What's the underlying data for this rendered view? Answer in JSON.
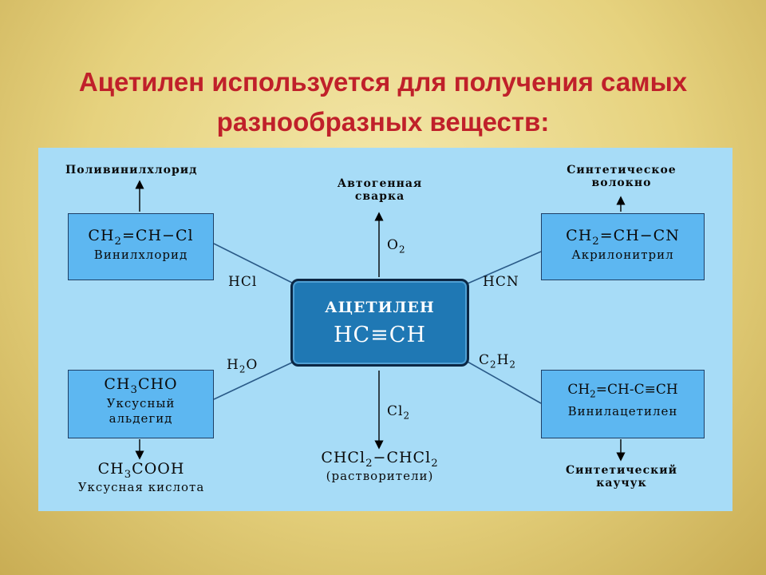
{
  "title": {
    "line1": "Ацетилен используется для получения самых",
    "line2": "разнообразных веществ:"
  },
  "center": {
    "title": "АЦЕТИЛЕН",
    "formula": "HC≡CH"
  },
  "top_left": {
    "product": "Поливинилхлорид",
    "formula_parts": [
      "CH",
      "2",
      "=CH−Cl"
    ],
    "name": "Винилхлорид",
    "reagent": "HCl"
  },
  "top_center": {
    "product_line1": "Автогенная",
    "product_line2": "сварка",
    "reagent_parts": [
      "O",
      "2"
    ]
  },
  "top_right": {
    "product_line1": "Синтетическое",
    "product_line2": "волокно",
    "formula_parts": [
      "CH",
      "2",
      "=CH−CN"
    ],
    "name": "Акрилонитрил",
    "reagent": "HCN"
  },
  "bottom_left": {
    "formula_parts": [
      "CH",
      "3",
      "CHO"
    ],
    "name_line1": "Уксусный",
    "name_line2": "альдегид",
    "reagent_parts": [
      "H",
      "2",
      "O"
    ],
    "product_parts": [
      "CH",
      "3",
      "COOH"
    ],
    "product_name": "Уксусная кислота"
  },
  "bottom_center": {
    "reagent_parts": [
      "Cl",
      "2"
    ],
    "product_parts": [
      "CHCl",
      "2",
      "−CHCl",
      "2"
    ],
    "product_note": "(растворители)"
  },
  "bottom_right": {
    "formula_parts": [
      "CH",
      "2",
      "=CH-C≡CH"
    ],
    "name": "Винилацетилен",
    "reagent_parts": [
      "C",
      "2",
      "H",
      "2"
    ],
    "product_line1": "Синтетический",
    "product_line2": "каучук"
  },
  "colors": {
    "title": "#c0202a",
    "panel": "#a7dcf7",
    "box": "#5db7f1",
    "center_box": "#1f78b4"
  }
}
